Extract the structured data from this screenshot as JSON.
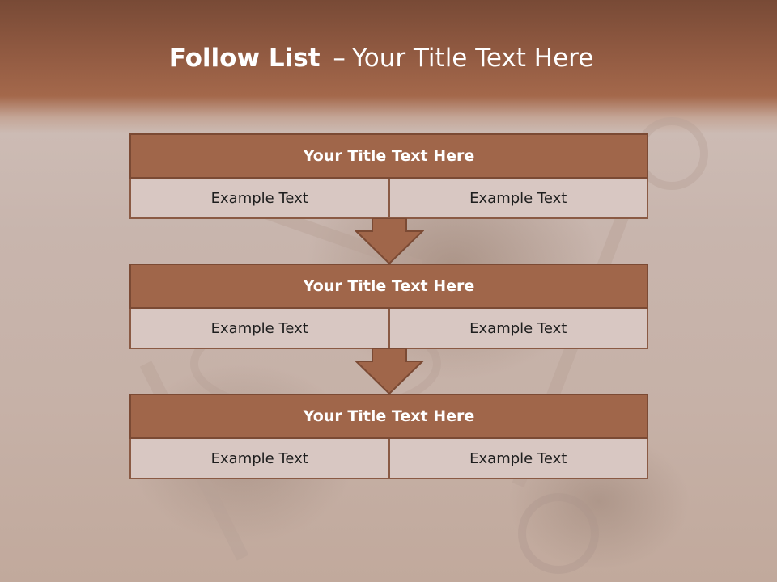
{
  "slide": {
    "title_bold": "Follow List",
    "title_dash": "–",
    "title_rest": "Your Title Text Here"
  },
  "blocks": [
    {
      "title": "Your Title Text Here",
      "left_text": "Example Text",
      "right_text": "Example Text"
    },
    {
      "title": "Your Title Text Here",
      "left_text": "Example Text",
      "right_text": "Example Text"
    },
    {
      "title": "Your Title Text Here",
      "left_text": "Example Text",
      "right_text": "Example Text"
    }
  ],
  "colors": {
    "header": "#a4684b",
    "block_head": "#a0664a",
    "block_row": "#d8c7c2",
    "border": "#7b4a34"
  }
}
